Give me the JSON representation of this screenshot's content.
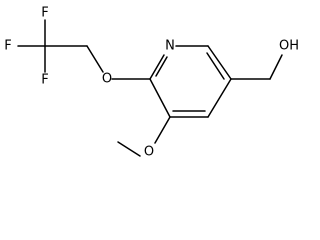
{
  "molecule": {
    "atoms": {
      "f_top": "F",
      "f_left": "F",
      "f_bottom": "F",
      "o_ether": "O",
      "n_ring": "N",
      "oh": "OH",
      "o_methoxy": "O"
    }
  }
}
